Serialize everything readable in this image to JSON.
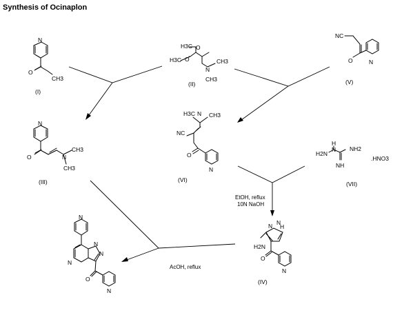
{
  "title": "Synthesis of Ocinaplon",
  "compounds": {
    "c1": {
      "label": "(I)",
      "atoms": {
        "n": "N",
        "o": "O",
        "ch3": "CH3"
      }
    },
    "c2": {
      "label": "(II)",
      "atoms": {
        "h3c_top": "H3C",
        "o_top": "O",
        "h3c_bot": "H3C",
        "o_bot": "O",
        "n": "N",
        "ch3_right": "CH3",
        "ch3_bot": "CH3"
      }
    },
    "c5": {
      "label": "(V)",
      "atoms": {
        "nc": "NC",
        "o": "O",
        "n": "N"
      }
    },
    "c3": {
      "label": "(III)",
      "atoms": {
        "n_pyr": "N",
        "o": "O",
        "n_amine": "N",
        "ch3_right": "CH3",
        "ch3_bot": "CH3"
      }
    },
    "c6": {
      "label": "(VI)",
      "atoms": {
        "h3c": "H3C",
        "n_amine": "N",
        "ch3": "CH3",
        "nc": "NC",
        "o": "O",
        "n_pyr": "N"
      }
    },
    "c7": {
      "label": "(VII)",
      "atoms": {
        "nh_h": "H",
        "nh_n": "N",
        "h2n": "H2N",
        "nh2": "NH2",
        "nh": "NH",
        "salt": ".HNO3"
      }
    },
    "c4": {
      "label": "(IV)",
      "atoms": {
        "h2n": "H2N",
        "nh": "N",
        "nh_h": "H",
        "n": "N",
        "o": "O",
        "n_pyr": "N"
      }
    },
    "c8": {
      "atoms": {
        "n_top": "N",
        "n_a": "N",
        "n_b": "N",
        "n_c": "N",
        "o": "O",
        "n_pyr": "N"
      }
    }
  },
  "conditions": {
    "step3_line1": "EtOH, reflux",
    "step3_line2": "10N NaOH",
    "step4": "AcOH, reflux"
  }
}
